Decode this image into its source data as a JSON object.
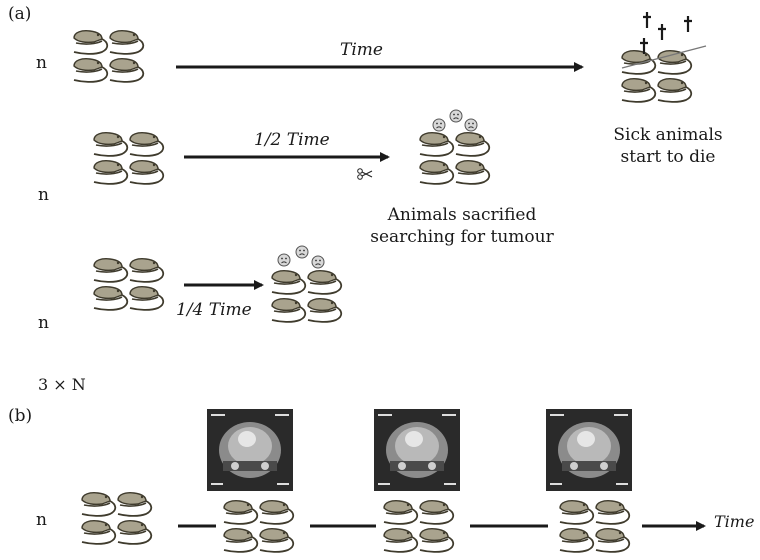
{
  "panel_a": {
    "label": "(a)",
    "rows": [
      {
        "n": "n",
        "arrow_label": "Time",
        "note": "Sick animals\nstart to die"
      },
      {
        "n": "n",
        "arrow_label": "1/2 Time",
        "note": "Animals sacrified\nsearching for tumour"
      },
      {
        "n": "n",
        "arrow_label": "1/4 Time"
      }
    ],
    "total": "3 × N"
  },
  "panel_b": {
    "label": "(b)",
    "n": "n",
    "arrow_label": "Time"
  },
  "colors": {
    "mouse_body": "#a9a38e",
    "mouse_outline": "#3f3b2d",
    "arrow": "#1a1a1a",
    "cross": "#1a1a1a"
  }
}
